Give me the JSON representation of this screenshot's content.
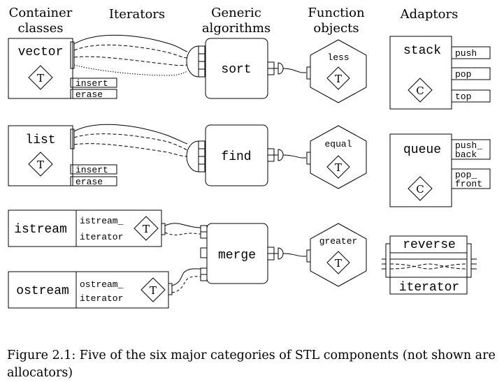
{
  "headers": {
    "containers": [
      "Container",
      "classes"
    ],
    "iterators": "Iterators",
    "algorithms": [
      "Generic",
      "algorithms"
    ],
    "function_objects": [
      "Function",
      "objects"
    ],
    "adaptors": "Adaptors"
  },
  "containers": [
    {
      "name": "vector",
      "type_param": "T",
      "methods": [
        "insert",
        "erase"
      ]
    },
    {
      "name": "list",
      "type_param": "T",
      "methods": [
        "insert",
        "erase"
      ]
    }
  ],
  "streams": [
    {
      "name": "istream",
      "iterator": [
        "istream_",
        "iterator"
      ],
      "type_param": "T"
    },
    {
      "name": "ostream",
      "iterator": [
        "ostream_",
        "iterator"
      ],
      "type_param": "T"
    }
  ],
  "algorithms": [
    "sort",
    "find",
    "merge"
  ],
  "function_objects": [
    {
      "name": "less",
      "type_param": "T"
    },
    {
      "name": "equal",
      "type_param": "T"
    },
    {
      "name": "greater",
      "type_param": "T"
    }
  ],
  "adaptors": [
    {
      "name": "stack",
      "type_param": "C",
      "methods": [
        [
          "push"
        ],
        [
          "pop"
        ],
        [
          "top"
        ]
      ]
    },
    {
      "name": "queue",
      "type_param": "C",
      "methods": [
        [
          "push_",
          "back"
        ],
        [
          "pop_",
          "front"
        ]
      ]
    },
    {
      "name_top": "reverse",
      "name_bottom": "iterator"
    }
  ],
  "caption": "Figure 2.1: Five of the six major categories of STL components (not shown are allocators)"
}
